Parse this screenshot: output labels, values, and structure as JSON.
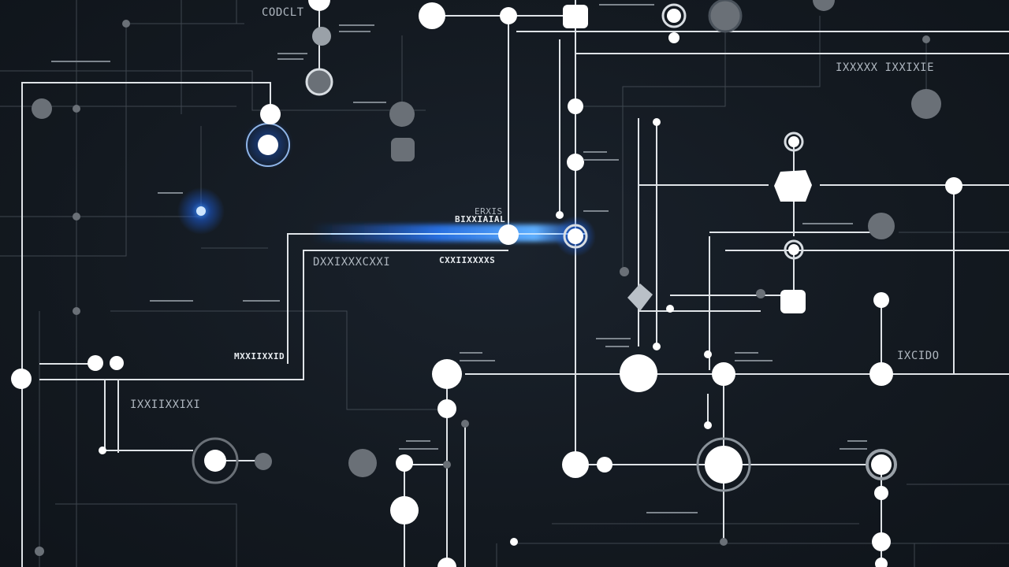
{
  "scene": {
    "background": "#121821",
    "line_color": "#8a939c",
    "bright_line_color": "#f2f4f6",
    "node_color": "#ffffff",
    "dim_node_color": "#6a7077",
    "glow_color": "#1e6bff"
  },
  "labels": {
    "top_center": "CODCLT",
    "top_right": "IXXXXX IXXIXIE",
    "center_a": "ERXIS",
    "center_b": "BIXXIAIAL",
    "left_mid": "DXXIXXXCXXI",
    "center_c": "CXXIIXXXXS",
    "left_low": "MXXIIXXID",
    "left_bottom": "IXXIIXXIXI",
    "right_big": "IXCIDO"
  }
}
